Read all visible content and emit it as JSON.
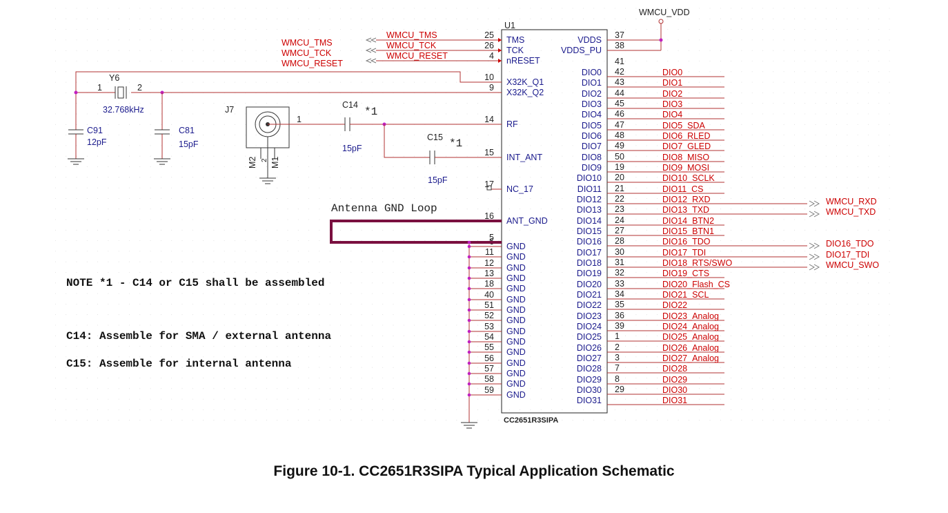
{
  "figure_caption": "Figure 10-1. CC2651R3SIPA Typical Application Schematic",
  "chip": {
    "refdes": "U1",
    "part": "CC2651R3SIPA",
    "vdd_net": "WMCU_VDD",
    "left_pins": [
      {
        "num": "25",
        "name": "TMS",
        "net": "WMCU_TMS"
      },
      {
        "num": "26",
        "name": "TCK",
        "net": "WMCU_TCK"
      },
      {
        "num": "4",
        "name": "nRESET",
        "net": "WMCU_RESET"
      },
      {
        "num": "10",
        "name": "X32K_Q1"
      },
      {
        "num": "9",
        "name": "X32K_Q2"
      },
      {
        "num": "14",
        "name": "RF"
      },
      {
        "num": "15",
        "name": "INT_ANT"
      },
      {
        "num": "17",
        "name": "NC_17"
      },
      {
        "num": "16",
        "name": "ANT_GND"
      },
      {
        "num": "5",
        "name": ""
      },
      {
        "num": "6",
        "name": "GND"
      },
      {
        "num": "11",
        "name": "GND"
      },
      {
        "num": "12",
        "name": "GND"
      },
      {
        "num": "13",
        "name": "GND"
      },
      {
        "num": "18",
        "name": "GND"
      },
      {
        "num": "40",
        "name": "GND"
      },
      {
        "num": "51",
        "name": "GND"
      },
      {
        "num": "52",
        "name": "GND"
      },
      {
        "num": "53",
        "name": "GND"
      },
      {
        "num": "54",
        "name": "GND"
      },
      {
        "num": "55",
        "name": "GND"
      },
      {
        "num": "56",
        "name": "GND"
      },
      {
        "num": "57",
        "name": "GND"
      },
      {
        "num": "58",
        "name": "GND"
      },
      {
        "num": "59",
        "name": "GND"
      }
    ],
    "right_pins": [
      {
        "num": "37",
        "name": "VDDS",
        "net": ""
      },
      {
        "num": "38",
        "name": "VDDS_PU",
        "net": ""
      },
      {
        "num": "41",
        "name": "",
        "net": ""
      },
      {
        "num": "42",
        "name": "DIO0",
        "net": "DIO0"
      },
      {
        "num": "43",
        "name": "DIO1",
        "net": "DIO1"
      },
      {
        "num": "44",
        "name": "DIO2",
        "net": "DIO2"
      },
      {
        "num": "45",
        "name": "DIO3",
        "net": "DIO3"
      },
      {
        "num": "46",
        "name": "DIO4",
        "net": "DIO4"
      },
      {
        "num": "47",
        "name": "DIO5",
        "net": "DIO5_SDA"
      },
      {
        "num": "48",
        "name": "DIO6",
        "net": "DIO6_RLED"
      },
      {
        "num": "49",
        "name": "DIO7",
        "net": "DIO7_GLED"
      },
      {
        "num": "50",
        "name": "DIO8",
        "net": "DIO8_MISO"
      },
      {
        "num": "19",
        "name": "DIO9",
        "net": "DIO9_MOSI"
      },
      {
        "num": "20",
        "name": "DIO10",
        "net": "DIO10_SCLK"
      },
      {
        "num": "21",
        "name": "DIO11",
        "net": "DIO11_CS"
      },
      {
        "num": "22",
        "name": "DIO12",
        "net": "DIO12_RXD"
      },
      {
        "num": "23",
        "name": "DIO13",
        "net": "DIO13_TXD"
      },
      {
        "num": "24",
        "name": "DIO14",
        "net": "DIO14_BTN2"
      },
      {
        "num": "27",
        "name": "DIO15",
        "net": "DIO15_BTN1"
      },
      {
        "num": "28",
        "name": "DIO16",
        "net": "DIO16_TDO"
      },
      {
        "num": "30",
        "name": "DIO17",
        "net": "DIO17_TDI"
      },
      {
        "num": "31",
        "name": "DIO18",
        "net": "DIO18_RTS/SWO"
      },
      {
        "num": "32",
        "name": "DIO19",
        "net": "DIO19_CTS"
      },
      {
        "num": "33",
        "name": "DIO20",
        "net": "DIO20_Flash_CS"
      },
      {
        "num": "34",
        "name": "DIO21",
        "net": "DIO21_SCL"
      },
      {
        "num": "35",
        "name": "DIO22",
        "net": "DIO22"
      },
      {
        "num": "36",
        "name": "DIO23",
        "net": "DIO23_Analog"
      },
      {
        "num": "39",
        "name": "DIO24",
        "net": "DIO24_Analog"
      },
      {
        "num": "1",
        "name": "DIO25",
        "net": "DIO25_Analog"
      },
      {
        "num": "2",
        "name": "DIO26",
        "net": "DIO26_Analog"
      },
      {
        "num": "3",
        "name": "DIO27",
        "net": "DIO27_Analog"
      },
      {
        "num": "7",
        "name": "DIO28",
        "net": "DIO28"
      },
      {
        "num": "8",
        "name": "DIO29",
        "net": "DIO29"
      },
      {
        "num": "29",
        "name": "DIO30",
        "net": "DIO30"
      },
      {
        "num": "",
        "name": "DIO31",
        "net": "DIO31"
      }
    ],
    "offpage": [
      {
        "label": "WMCU_RXD"
      },
      {
        "label": "WMCU_TXD"
      },
      {
        "label": "DIO16_TDO"
      },
      {
        "label": "DIO17_TDI"
      },
      {
        "label": "WMCU_SWO"
      }
    ]
  },
  "crystal": {
    "refdes": "Y6",
    "freq": "32.768kHz",
    "pin1": "1",
    "pin2": "2"
  },
  "c91": {
    "refdes": "C91",
    "value": "12pF"
  },
  "c81": {
    "refdes": "C81",
    "value": "15pF"
  },
  "j7": {
    "refdes": "J7",
    "pin1": "1",
    "pin_m2": "M2",
    "pin_2": "2",
    "pin_m1": "M1"
  },
  "c14": {
    "refdes": "C14",
    "value": "15pF",
    "note": "*1"
  },
  "c15": {
    "refdes": "C15",
    "value": "15pF",
    "note": "*1"
  },
  "antenna_loop_label": "Antenna GND Loop",
  "notes": [
    "NOTE *1 - C14 or C15 shall be assembled",
    "C14: Assemble for SMA / external antenna",
    "C15: Assemble for internal antenna"
  ],
  "colors": {
    "wire": "#b03030",
    "text": "#1a1a8c",
    "net": "#cc0000",
    "loop": "#7a1040"
  }
}
